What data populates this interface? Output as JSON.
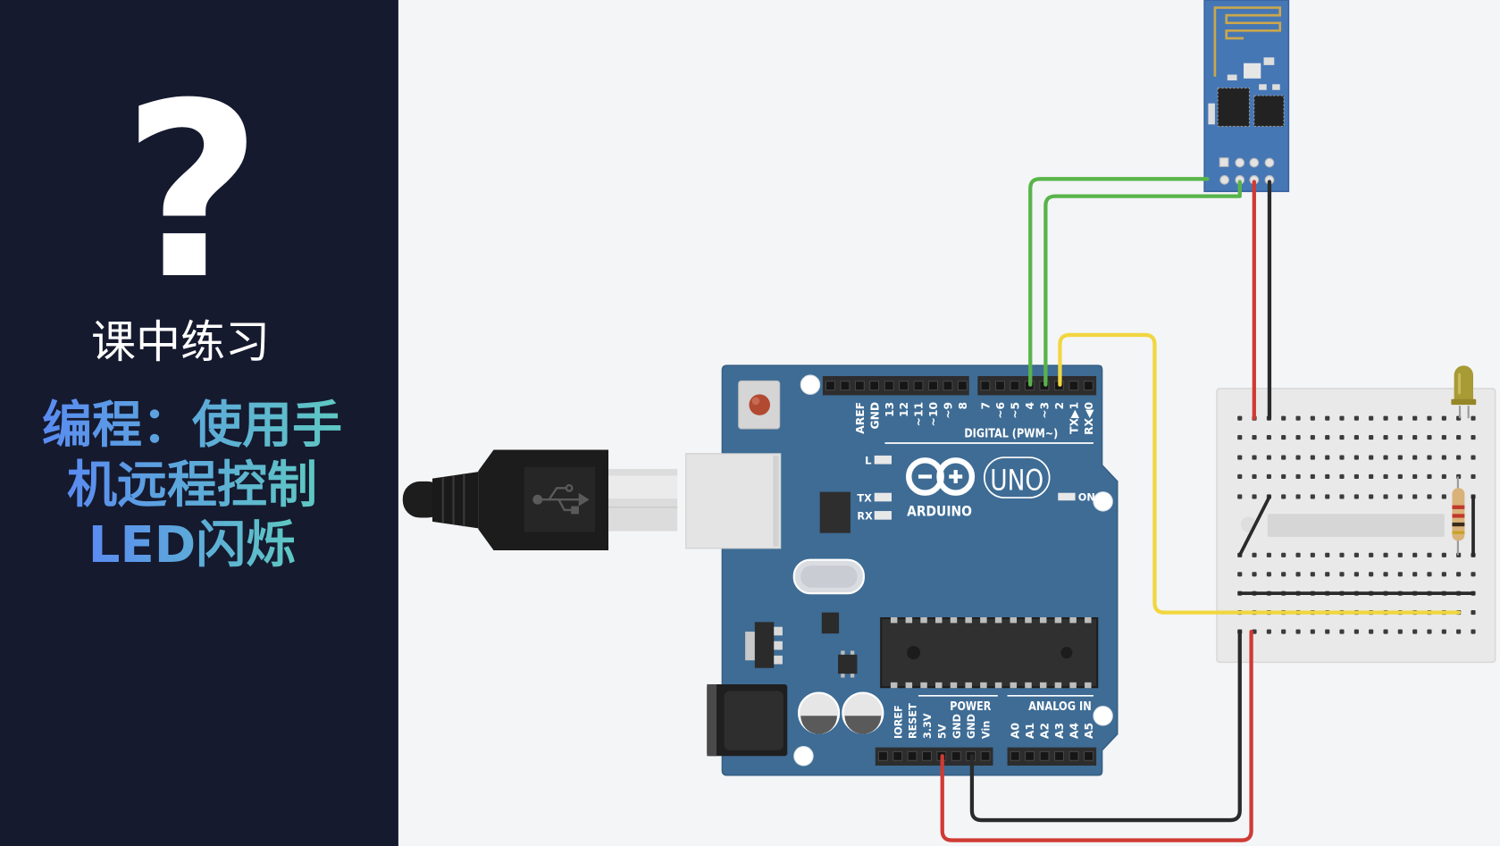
{
  "slide": {
    "question_mark": "?",
    "section_label": "课中练习",
    "task_lines": [
      "编程：使用手",
      "机远程控制",
      "LED闪烁"
    ]
  },
  "colors": {
    "left_panel_bg": "#151a2f",
    "canvas_bg": "#f4f5f7",
    "gradient_start": "#5a8bf1",
    "gradient_end": "#5fc8c2",
    "board_blue": "#3e6c95",
    "module_blue": "#4677b5",
    "wire_green": "#58b44a",
    "wire_yellow": "#f1d640",
    "wire_red": "#cf3b33",
    "wire_black": "#2a2a2a"
  },
  "arduino": {
    "brand": "ARDUINO",
    "model": "UNO",
    "digital_header_title": "DIGITAL (PWM~)",
    "digital_pins": [
      "AREF",
      "GND",
      "13",
      "12",
      "~11",
      "~10",
      "~9",
      "8",
      "7",
      "~6",
      "~5",
      "4",
      "~3",
      "2",
      "TX▶1",
      "RX◀0"
    ],
    "led_labels": {
      "l": "L",
      "tx": "TX",
      "rx": "RX",
      "on": "ON"
    },
    "power_header_title": "POWER",
    "power_pins": [
      "IOREF",
      "RESET",
      "3.3V",
      "5V",
      "GND",
      "GND",
      "Vin"
    ],
    "analog_header_title": "ANALOG IN",
    "analog_pins": [
      "A0",
      "A1",
      "A2",
      "A3",
      "A4",
      "A5"
    ]
  }
}
